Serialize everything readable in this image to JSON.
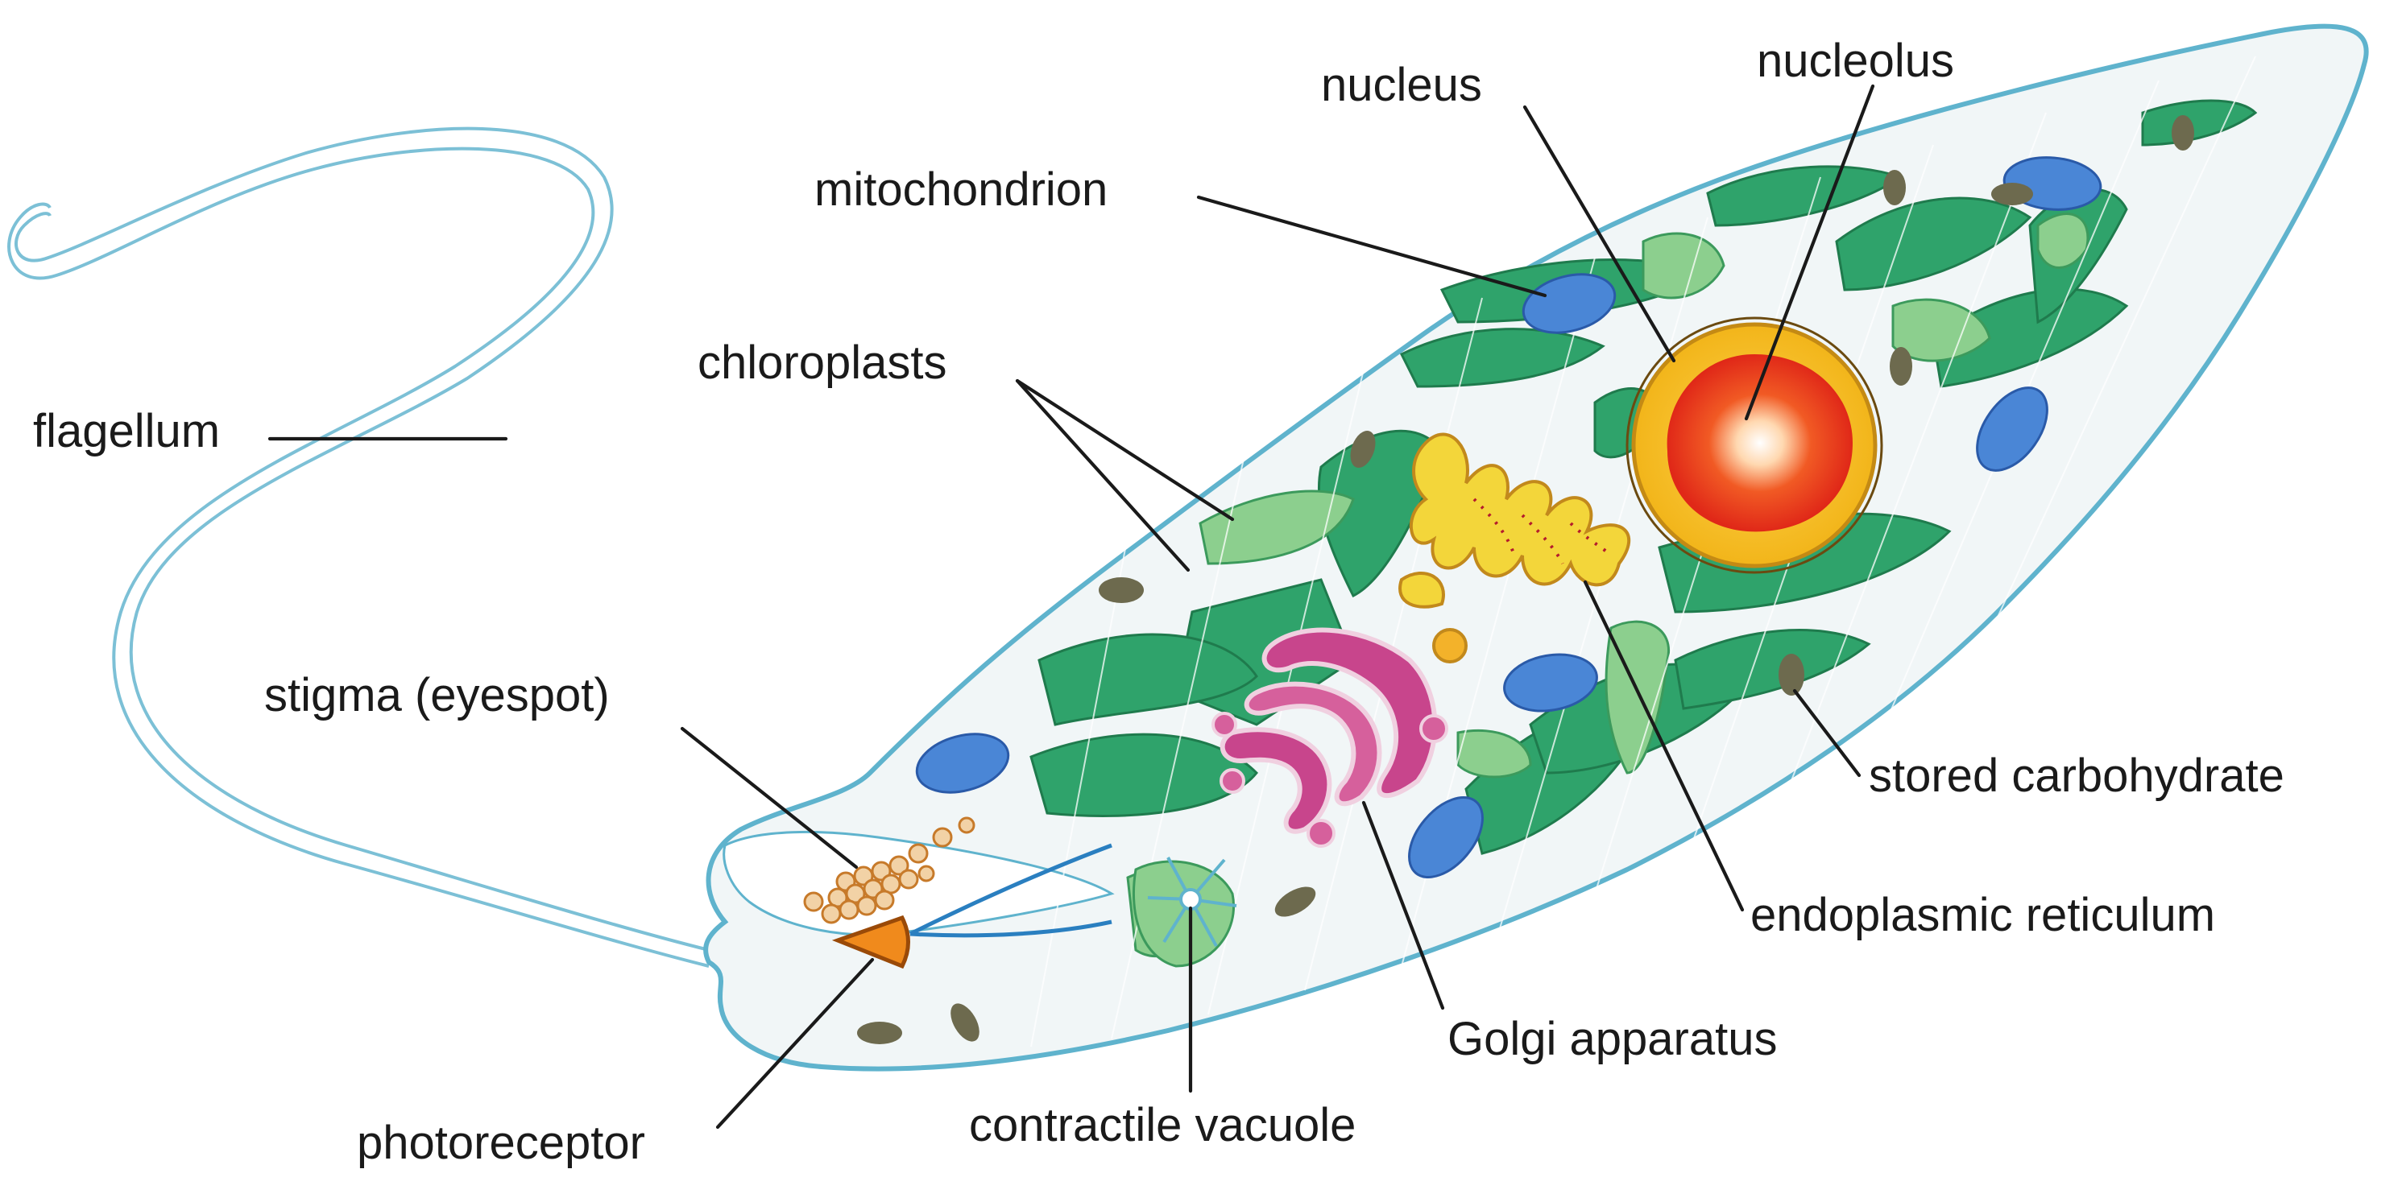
{
  "diagram": {
    "labels": {
      "flagellum": "flagellum",
      "mitochondrion": "mitochondrion",
      "nucleus": "nucleus",
      "nucleolus": "nucleolus",
      "chloroplasts": "chloroplasts",
      "stigma": "stigma (eyespot)",
      "stored_carbohydrate": "stored carbohydrate",
      "endoplasmic_reticulum": "endoplasmic reticulum",
      "golgi_apparatus": "Golgi apparatus",
      "photoreceptor": "photoreceptor",
      "contractile_vacuole": "contractile vacuole"
    },
    "colors": {
      "membrane": "#5fb3cd",
      "cytoplasm": "#f1f6f7",
      "chloroplast": "#2fa36b",
      "chloroplast_light": "#8ccf8e",
      "mitochondrion": "#4a86d6",
      "nucleus": "#f5c21e",
      "nucleolus": "#e8341c",
      "golgi": "#c8458c",
      "endoplasmic_reticulum": "#f3d63a",
      "photoreceptor": "#f08a1c",
      "stigma": "#e7a45a",
      "stored_carbohydrate": "#6d6a4e"
    }
  }
}
